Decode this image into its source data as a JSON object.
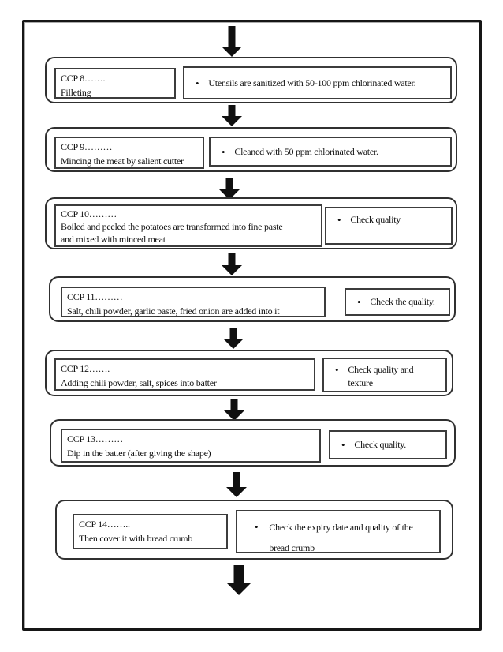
{
  "glyphs": {
    "bullet": "•"
  },
  "colors": {
    "ink": "#111111",
    "page_background": "#ffffff",
    "border": "#161616"
  },
  "rows": [
    {
      "ccp": "CCP 8…….",
      "desc": "Filleting",
      "note": "Utensils are sanitized with 50-100 ppm chlorinated water."
    },
    {
      "ccp": "CCP 9………",
      "desc": "Mincing the meat by salient cutter",
      "note": "Cleaned with 50 ppm chlorinated water."
    },
    {
      "ccp": "CCP 10………",
      "desc": "Boiled and peeled the potatoes are transformed into fine paste\nand mixed with minced meat",
      "note": "Check quality"
    },
    {
      "ccp": "CCP 11………",
      "desc": "Salt, chili powder, garlic paste, fried onion are added into it",
      "note": "Check the quality."
    },
    {
      "ccp": "CCP 12…….",
      "desc": "Adding chili powder, salt, spices into batter",
      "note": "Check quality and\ntexture"
    },
    {
      "ccp": "CCP 13………",
      "desc": "Dip in the batter (after giving the shape)",
      "note": "Check quality."
    },
    {
      "ccp": "CCP 14……..",
      "desc": "Then cover it with bread crumb",
      "note": "Check the expiry date and quality of the\nbread crumb"
    }
  ]
}
